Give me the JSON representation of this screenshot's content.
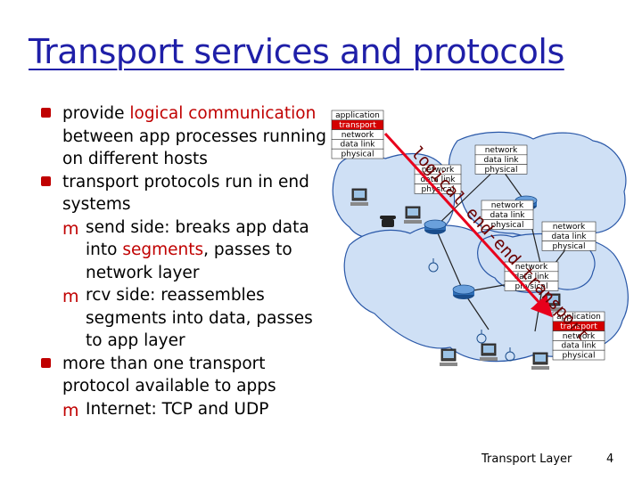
{
  "slide": {
    "title": "Transport services and protocols",
    "footer_left": "Transport Layer",
    "page_number": "4"
  },
  "bullets": [
    {
      "pre": "provide ",
      "hl": "logical communication",
      "post": " between app processes running on different hosts"
    },
    {
      "text": "transport protocols run in end systems"
    },
    {
      "pre": "send side: breaks app data into ",
      "hl": "segments",
      "post": ", passes to network layer"
    },
    {
      "text": "rcv side: reassembles segments into data, passes to app layer"
    },
    {
      "text": "more than one transport protocol available to apps"
    },
    {
      "text": "Internet: TCP and UDP"
    }
  ],
  "diagram": {
    "arrow_label": "logical end-end transport",
    "colors": {
      "cloud": "#cfe0f5",
      "cloud_stroke": "#2a58a8",
      "arrow": "#e8001c",
      "transport_layer": "#d40000",
      "router": "#2f6fb8"
    },
    "stacks": {
      "sender": [
        "application",
        "transport",
        "network",
        "data link",
        "physical"
      ],
      "router1": [
        "network",
        "data link",
        "physical"
      ],
      "router2": [
        "network",
        "data link",
        "physical"
      ],
      "router3": [
        "network",
        "data link",
        "physical"
      ],
      "router4": [
        "network",
        "data link",
        "physical"
      ],
      "router5": [
        "network",
        "data link",
        "physical"
      ],
      "receiver": [
        "application",
        "transport",
        "network",
        "data link",
        "physical"
      ]
    }
  }
}
